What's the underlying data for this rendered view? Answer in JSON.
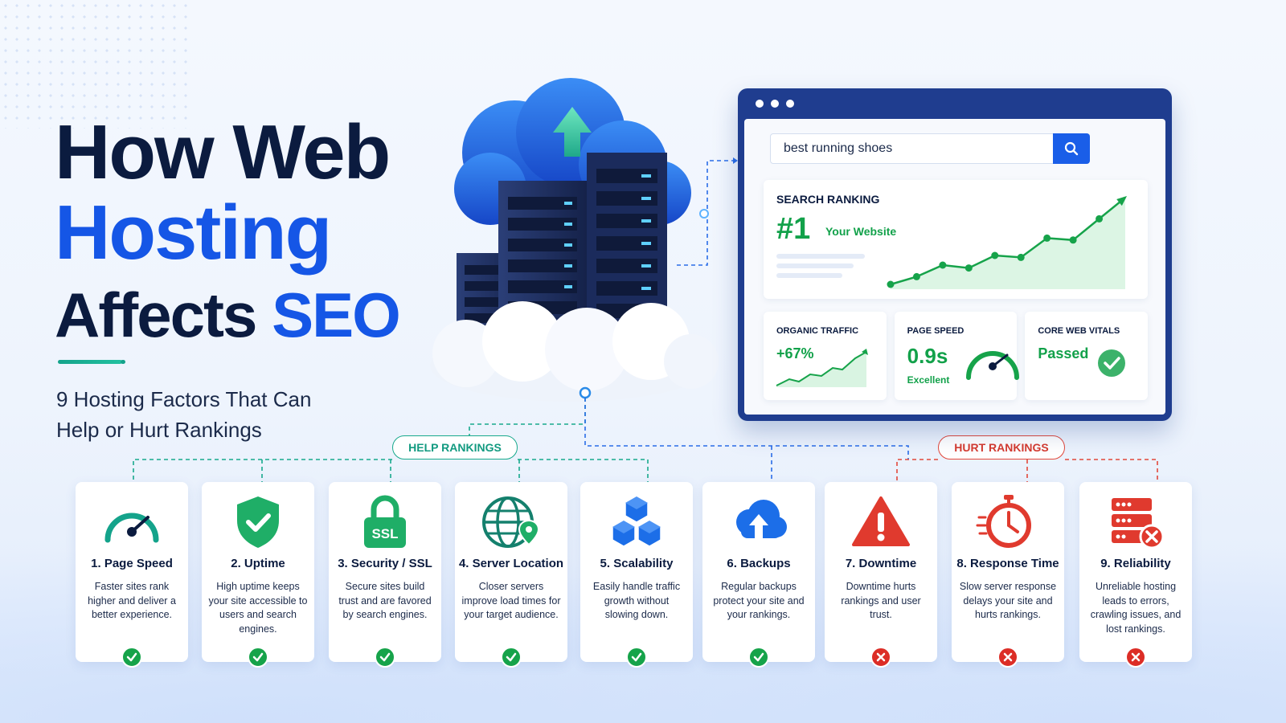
{
  "headline": {
    "line1": "How Web",
    "line2": "Hosting",
    "line3_part1": "Affects ",
    "line3_part2": "SEO",
    "subtitle_line1": "9 Hosting Factors That Can",
    "subtitle_line2": "Help or Hurt Rankings"
  },
  "browser": {
    "search_value": "best running shoes",
    "search_icon": "magnifier",
    "ranking": {
      "title": "SEARCH RANKING",
      "rank": "#1",
      "site": "Your Website",
      "trend": [
        10,
        18,
        30,
        27,
        40,
        38,
        58,
        56,
        78,
        100
      ]
    },
    "metrics": [
      {
        "title": "ORGANIC TRAFFIC",
        "value": "+67%",
        "sub": ""
      },
      {
        "title": "PAGE SPEED",
        "value": "0.9s",
        "sub": "Excellent"
      },
      {
        "title": "CORE WEB VITALS",
        "value": "Passed",
        "sub": ""
      }
    ]
  },
  "labels": {
    "help": "HELP RANKINGS",
    "hurt": "HURT RANKINGS"
  },
  "colors": {
    "primary_blue": "#1556e6",
    "navy": "#0b1b3f",
    "green": "#16a34a",
    "teal": "#18a98d",
    "red": "#dc2d26"
  },
  "factors": [
    {
      "title": "1. Page Speed",
      "desc": "Faster sites rank higher and deliver a better experience.",
      "icon": "speedometer-icon",
      "status": "help"
    },
    {
      "title": "2. Uptime",
      "desc": "High uptime keeps your site accessible to users and search engines.",
      "icon": "shield-check-icon",
      "status": "help"
    },
    {
      "title": "3. Security / SSL",
      "desc": "Secure sites build trust and are favored by search engines.",
      "icon": "ssl-lock-icon",
      "status": "help"
    },
    {
      "title": "4. Server Location",
      "desc": "Closer servers improve load times for your target audience.",
      "icon": "globe-pin-icon",
      "status": "help"
    },
    {
      "title": "5. Scalability",
      "desc": "Easily handle traffic growth without slowing down.",
      "icon": "cubes-icon",
      "status": "help"
    },
    {
      "title": "6. Backups",
      "desc": "Regular backups protect your site and your rankings.",
      "icon": "cloud-upload-icon",
      "status": "help"
    },
    {
      "title": "7. Downtime",
      "desc": "Downtime hurts rankings and user trust.",
      "icon": "warning-icon",
      "status": "hurt"
    },
    {
      "title": "8. Response Time",
      "desc": "Slow server response delays your site and hurts rankings.",
      "icon": "stopwatch-icon",
      "status": "hurt"
    },
    {
      "title": "9. Reliability",
      "desc": "Unreliable hosting leads to errors, crawling issues, and lost rankings.",
      "icon": "server-error-icon",
      "status": "hurt"
    }
  ]
}
